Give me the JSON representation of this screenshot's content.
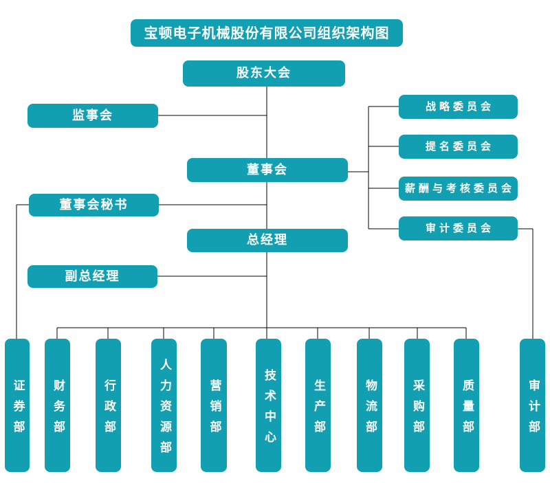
{
  "title": "宝顿电子机械股份有限公司组织架构图",
  "colors": {
    "box_fill": "#129fb1",
    "box_text": "#ffffff",
    "connector": "#000000",
    "background": "#ffffff"
  },
  "org": {
    "shareholders_meeting": {
      "label": "股东大会"
    },
    "supervisory_board": {
      "label": "监事会"
    },
    "board_of_directors": {
      "label": "董事会"
    },
    "board_secretary": {
      "label": "董事会秘书"
    },
    "general_manager": {
      "label": "总经理"
    },
    "deputy_general_manager": {
      "label": "副总经理"
    },
    "committees": [
      {
        "label": "战略委员会"
      },
      {
        "label": "提名委员会"
      },
      {
        "label": "薪酬与考核委员会"
      },
      {
        "label": "审计委员会"
      }
    ],
    "departments": [
      {
        "label": "证券部"
      },
      {
        "label": "财务部"
      },
      {
        "label": "行政部"
      },
      {
        "label": "人力资源部"
      },
      {
        "label": "营销部"
      },
      {
        "label": "技术中心"
      },
      {
        "label": "生产部"
      },
      {
        "label": "物流部"
      },
      {
        "label": "采购部"
      },
      {
        "label": "质量部"
      },
      {
        "label": "审计部"
      }
    ]
  }
}
